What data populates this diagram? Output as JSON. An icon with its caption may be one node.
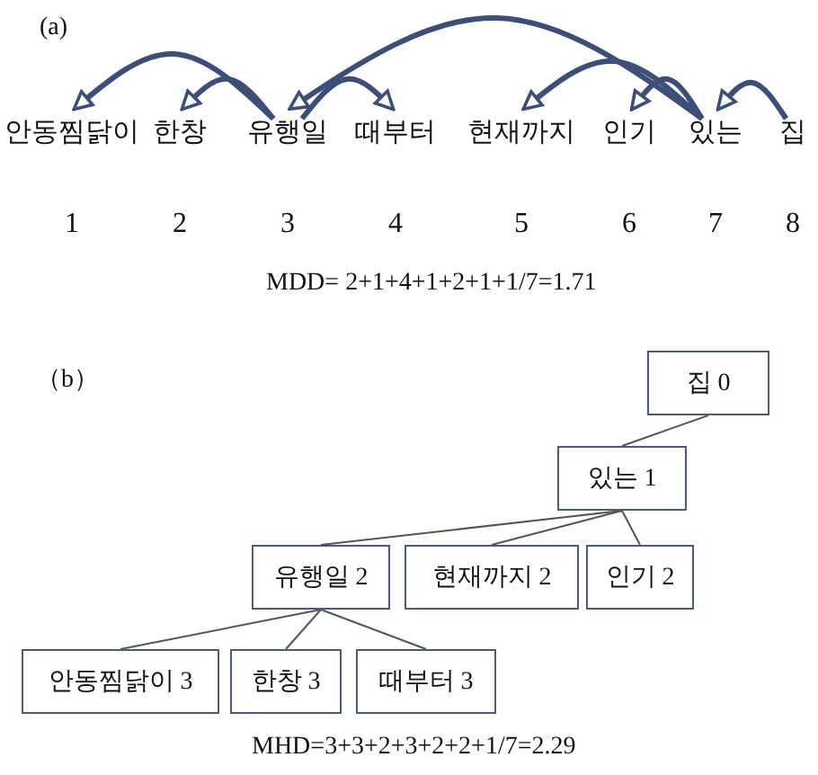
{
  "diagram": {
    "nodes": [
      {
        "text": [
          "안동찜닭이"
        ]
      },
      {
        "text": [
          "한창"
        ]
      },
      {
        "text": [
          "유행일"
        ]
      },
      {
        "text": [
          "때부터"
        ]
      },
      {
        "text": [
          "현재까지"
        ]
      },
      {
        "text": [
          "인기"
        ]
      },
      {
        "text": [
          "있는"
        ]
      },
      {
        "text": [
          "집"
        ]
      },
      {
        "text": [
          "집 0"
        ]
      },
      {
        "text": [
          "있는 1"
        ]
      },
      {
        "text": [
          "유행일 2"
        ]
      },
      {
        "text": [
          "현재까지 2"
        ]
      },
      {
        "text": [
          "인기 2"
        ]
      },
      {
        "text": [
          "안동찜닭이 3"
        ]
      },
      {
        "text": [
          "한창 3"
        ]
      },
      {
        "text": [
          "때부터 3"
        ]
      }
    ],
    "edges": [
      {
        "from": 2,
        "to": 0,
        "arrow": "to",
        "style": "thick"
      },
      {
        "from": 2,
        "to": 1,
        "arrow": "to",
        "style": "thick"
      },
      {
        "from": 2,
        "to": 3,
        "arrow": "to",
        "style": "thick"
      },
      {
        "from": 6,
        "to": 2,
        "arrow": "to",
        "style": "thick"
      },
      {
        "from": 6,
        "to": 4,
        "arrow": "to",
        "style": "thick"
      },
      {
        "from": 6,
        "to": 5,
        "arrow": "to",
        "style": "thick"
      },
      {
        "from": 7,
        "to": 6,
        "arrow": "to",
        "style": "thick"
      },
      {
        "from": 8,
        "to": 9,
        "arrow": "none"
      },
      {
        "from": 9,
        "to": 10,
        "arrow": "none"
      },
      {
        "from": 9,
        "to": 11,
        "arrow": "none"
      },
      {
        "from": 9,
        "to": 12,
        "arrow": "none"
      },
      {
        "from": 10,
        "to": 13,
        "arrow": "none"
      },
      {
        "from": 10,
        "to": 14,
        "arrow": "none"
      },
      {
        "from": 10,
        "to": 15,
        "arrow": "none"
      }
    ],
    "labels": [
      "(a)",
      "1",
      "2",
      "3",
      "4",
      "5",
      "6",
      "7",
      "8",
      "MDD= 2+1+4+1+2+1+1/7=1.71",
      "（b）",
      "MHD=3+3+2+3+2+2+1/7=2.29"
    ]
  }
}
